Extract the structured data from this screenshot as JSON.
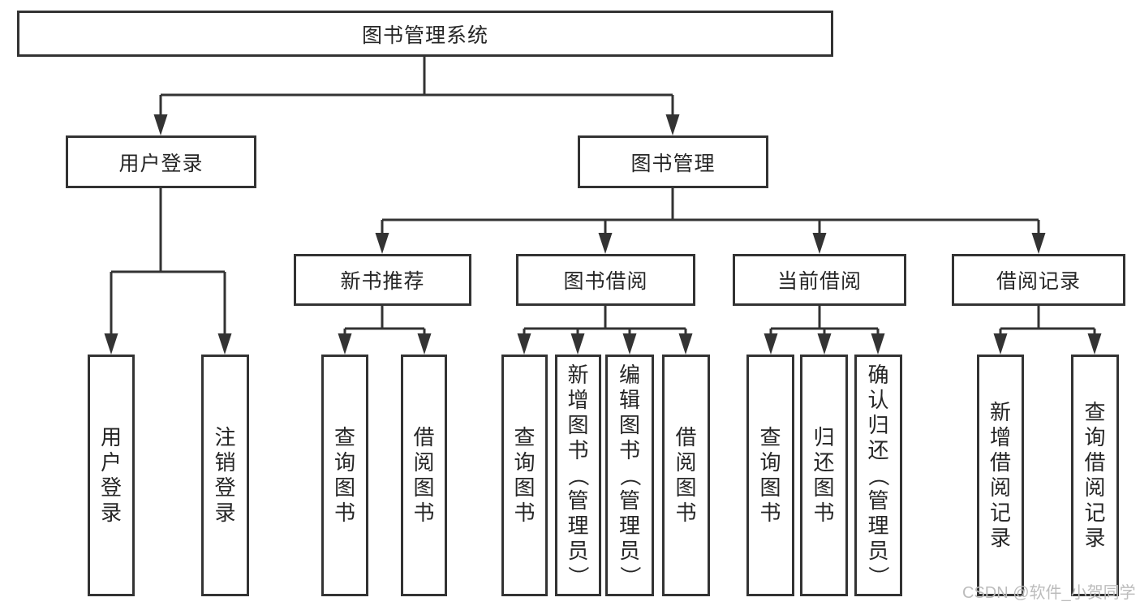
{
  "diagram": {
    "root": {
      "label": "图书管理系统"
    },
    "branches": [
      {
        "label": "用户登录",
        "children": [
          {
            "label": "用户登录"
          },
          {
            "label": "注销登录"
          }
        ]
      },
      {
        "label": "图书管理",
        "children": [
          {
            "label": "新书推荐",
            "children": [
              {
                "label": "查询图书"
              },
              {
                "label": "借阅图书"
              }
            ]
          },
          {
            "label": "图书借阅",
            "children": [
              {
                "label": "查询图书"
              },
              {
                "label": "新增图书（管理员）"
              },
              {
                "label": "编辑图书（管理员）"
              },
              {
                "label": "借阅图书"
              }
            ]
          },
          {
            "label": "当前借阅",
            "children": [
              {
                "label": "查询图书"
              },
              {
                "label": "归还图书"
              },
              {
                "label": "确认归还（管理员）"
              }
            ]
          },
          {
            "label": "借阅记录",
            "children": [
              {
                "label": "新增借阅记录"
              },
              {
                "label": "查询借阅记录"
              }
            ]
          }
        ]
      }
    ]
  },
  "watermark": {
    "text": "CSDN @软件_小贺同学"
  },
  "colors": {
    "line": "#333333",
    "text": "#262626",
    "watermark": "#bcbcbc",
    "background": "#ffffff"
  }
}
